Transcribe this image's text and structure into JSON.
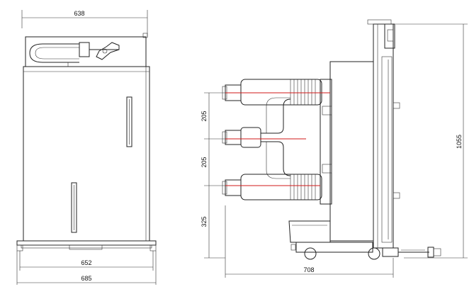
{
  "dimensions": {
    "front_top_width": "638",
    "front_inner_width": "652",
    "front_total_width": "685",
    "side_spacing_upper": "205",
    "side_spacing_lower": "205",
    "side_bottom_height": "325",
    "side_depth": "708",
    "side_total_height": "1055"
  },
  "colors": {
    "line": "#222222",
    "axis_red": "#d21a1a"
  }
}
